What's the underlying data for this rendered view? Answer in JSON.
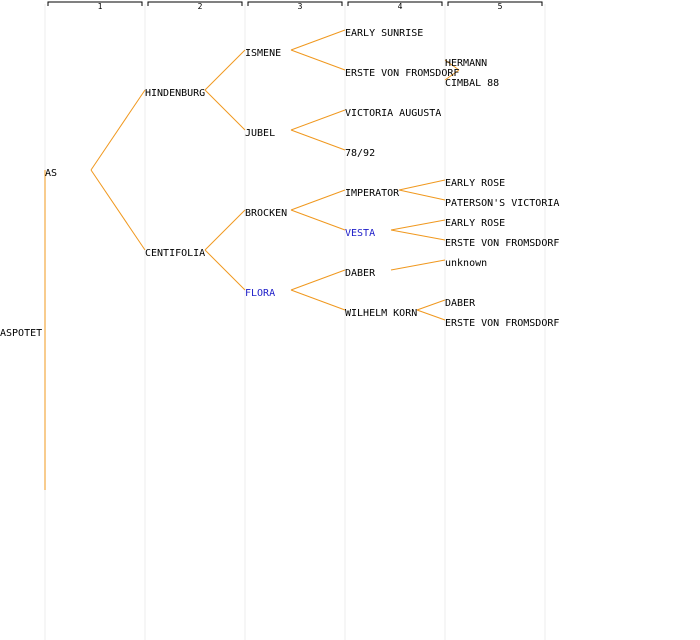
{
  "colors": {
    "edge": "#f0981e",
    "text": "#000000",
    "highlight": "#1c1cc8",
    "column_line": "#eeeeee",
    "bracket": "#000000"
  },
  "generations": [
    "1",
    "2",
    "3",
    "4",
    "5"
  ],
  "tree": {
    "label": "ASPOTET",
    "children": [
      {
        "label": "AS",
        "children": [
          {
            "label": "HINDENBURG",
            "children": [
              {
                "label": "ISMENE",
                "children": [
                  {
                    "label": "EARLY SUNRISE"
                  },
                  {
                    "label": "ERSTE VON FROMSDORF",
                    "children": [
                      {
                        "label": "HERMANN"
                      },
                      {
                        "label": "CIMBAL 88"
                      }
                    ]
                  }
                ]
              },
              {
                "label": "JUBEL",
                "children": [
                  {
                    "label": "VICTORIA AUGUSTA"
                  },
                  {
                    "label": "78/92"
                  }
                ]
              }
            ]
          },
          {
            "label": "CENTIFOLIA",
            "children": [
              {
                "label": "BROCKEN",
                "children": [
                  {
                    "label": "IMPERATOR",
                    "children": [
                      {
                        "label": "EARLY ROSE"
                      },
                      {
                        "label": "PATERSON'S VICTORIA"
                      }
                    ]
                  },
                  {
                    "label": "VESTA",
                    "highlight": true,
                    "children": [
                      {
                        "label": "EARLY ROSE"
                      },
                      {
                        "label": "ERSTE VON FROMSDORF"
                      }
                    ]
                  }
                ]
              },
              {
                "label": "FLORA",
                "highlight": true,
                "children": [
                  {
                    "label": "DABER",
                    "children": [
                      {
                        "label": "unknown"
                      }
                    ]
                  },
                  {
                    "label": "WILHELM KORN",
                    "children": [
                      {
                        "label": "DABER"
                      },
                      {
                        "label": "ERSTE VON FROMSDORF"
                      }
                    ]
                  }
                ]
              }
            ]
          }
        ]
      },
      {
        "label": ""
      }
    ]
  }
}
